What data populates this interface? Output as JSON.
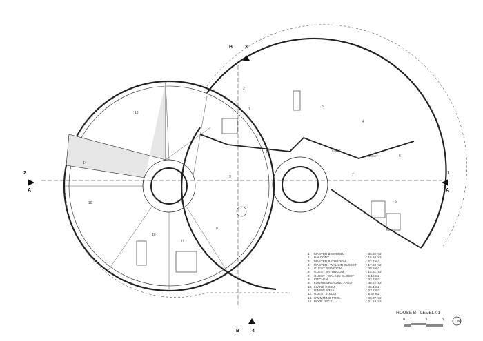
{
  "title": "HOUSE B - LEVEL 01",
  "scale_labels": [
    "0",
    "1",
    "3",
    "5"
  ],
  "section_markers": {
    "top": [
      "B",
      "3"
    ],
    "bottom": [
      "B",
      "4"
    ],
    "left": [
      "2",
      "A"
    ],
    "right": [
      "1",
      "A"
    ]
  },
  "legend": [
    {
      "n": "1.",
      "name": "MASTER BEDROOM",
      "area": ": 36.32  m2"
    },
    {
      "n": "2.",
      "name": "BALCONY",
      "area": ": 15.68  m2"
    },
    {
      "n": "3.",
      "name": "MASTER BATHROOM",
      "area": ": 23.7   m2"
    },
    {
      "n": "4.",
      "name": "MASTER - WALK IN CLOSET",
      "area": ": 17.62  m2"
    },
    {
      "n": "5.",
      "name": "GUEST BEDROOM",
      "area": ": 30.8   m2"
    },
    {
      "n": "6.",
      "name": "GUEST BATHROOM",
      "area": ": 14.81  m2"
    },
    {
      "n": "7.",
      "name": "GUEST - WALK IN CLOSET",
      "area": ": 5.19   m2"
    },
    {
      "n": "8.",
      "name": "KITCHEN",
      "area": ": 33.2   m2"
    },
    {
      "n": "9.",
      "name": "LOUNGE/READING AREA",
      "area": ": 48.42  m2"
    },
    {
      "n": "10.",
      "name": "LIVING ROOM",
      "area": ": 46.4   m2"
    },
    {
      "n": "11.",
      "name": "DINING AREA",
      "area": ": 23.2   m2"
    },
    {
      "n": "12.",
      "name": "GUEST TOILET",
      "area": ": 5.47   m2"
    },
    {
      "n": "13.",
      "name": "SWIMMING POOL",
      "area": ": 40.97  m2"
    },
    {
      "n": "14.",
      "name": "POOL DECK",
      "area": ": 21.14  m2"
    }
  ],
  "room_numbers": [
    "1",
    "2",
    "3",
    "4",
    "5",
    "6",
    "7",
    "8",
    "9",
    "10",
    "11",
    "10",
    "12",
    "13",
    "14"
  ],
  "labels": {
    "toilet": "TOILET",
    "closet": "CLOSET"
  }
}
